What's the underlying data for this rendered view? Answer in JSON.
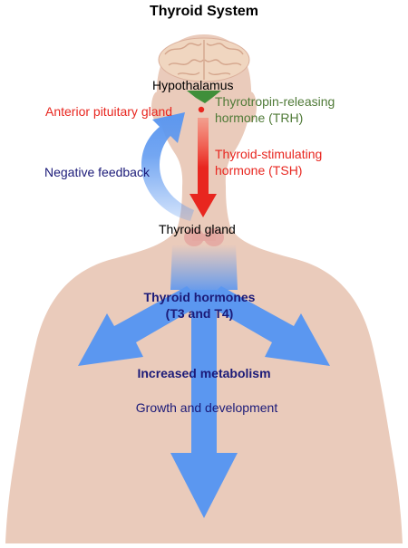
{
  "title": "Thyroid System",
  "labels": {
    "hypothalamus": "Hypothalamus",
    "trh_line1": "Thyrotropin-releasing",
    "trh_line2": "hormone (TRH)",
    "anterior_pituitary": "Anterior pituitary gland",
    "tsh_line1": "Thyroid-stimulating",
    "tsh_line2": "hormone (TSH)",
    "negative_feedback": "Negative feedback",
    "thyroid_gland": "Thyroid gland",
    "thyroid_hormones_line1": "Thyroid hormones",
    "thyroid_hormones_line2": "(T3 and T4)",
    "increased_metabolism": "Increased metabolism",
    "growth": "Growth and development"
  },
  "colors": {
    "skin": "#eacbbb",
    "skin_dark": "#dbb09c",
    "red": "#e8261f",
    "trh_green": "#4f7a37",
    "navy": "#1b1a78",
    "arrow_blue": "#5b97f0",
    "brain": "#f0d6c0"
  }
}
